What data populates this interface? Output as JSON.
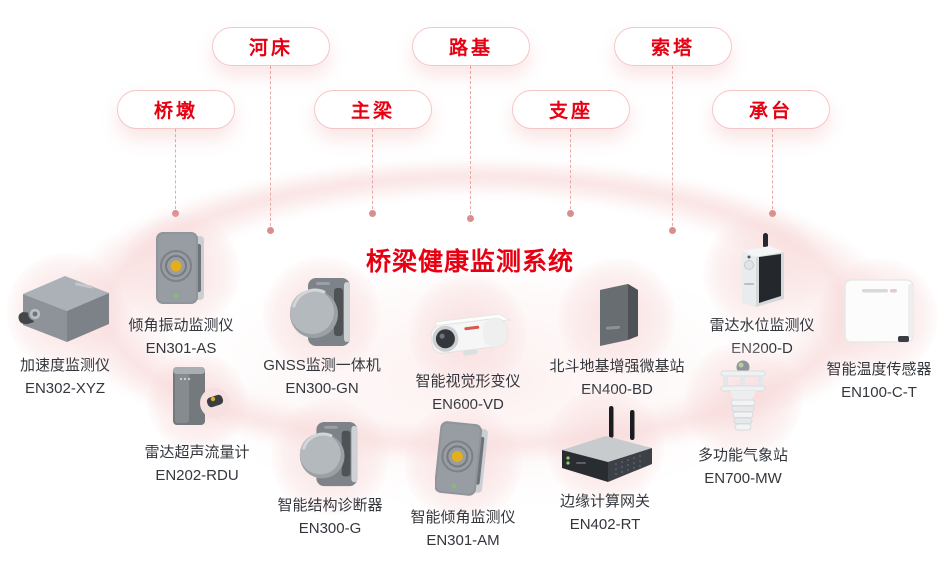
{
  "title": "桥梁健康监测系统",
  "colors": {
    "accent": "#e60012",
    "pill_border": "#f5c6c6",
    "dash_line": "#e8a8a8",
    "dash_dot": "#d98f8f",
    "label_text": "#33373d",
    "device_yellow": "#e4af1e"
  },
  "zones": [
    {
      "label": "河床"
    },
    {
      "label": "路基"
    },
    {
      "label": "索塔"
    },
    {
      "label": "桥墩"
    },
    {
      "label": "主梁"
    },
    {
      "label": "支座"
    },
    {
      "label": "承台"
    }
  ],
  "devices": [
    {
      "name": "加速度监测仪",
      "model": "EN302-XYZ",
      "icon": "accelerometer-box-icon"
    },
    {
      "name": "倾角振动监测仪",
      "model": "EN301-AS",
      "icon": "tilt-vibration-sensor-icon"
    },
    {
      "name": "雷达超声流量计",
      "model": "EN202-RDU",
      "icon": "radar-ultrasonic-flowmeter-icon"
    },
    {
      "name": "GNSS监测一体机",
      "model": "EN300-GN",
      "icon": "gnss-monitor-icon"
    },
    {
      "name": "智能结构诊断器",
      "model": "EN300-G",
      "icon": "structure-diagnoser-icon"
    },
    {
      "name": "智能视觉形变仪",
      "model": "EN600-VD",
      "icon": "vision-deformation-camera-icon"
    },
    {
      "name": "智能倾角监测仪",
      "model": "EN301-AM",
      "icon": "tilt-monitor-icon"
    },
    {
      "name": "北斗地基增强微基站",
      "model": "EN400-BD",
      "icon": "beidou-base-station-icon"
    },
    {
      "name": "边缘计算网关",
      "model": "EN402-RT",
      "icon": "edge-gateway-icon"
    },
    {
      "name": "雷达水位监测仪",
      "model": "EN200-D",
      "icon": "radar-water-level-icon"
    },
    {
      "name": "多功能气象站",
      "model": "EN700-MW",
      "icon": "weather-station-icon"
    },
    {
      "name": "智能温度传感器",
      "model": "EN100-C-T",
      "icon": "temperature-sensor-icon"
    }
  ]
}
